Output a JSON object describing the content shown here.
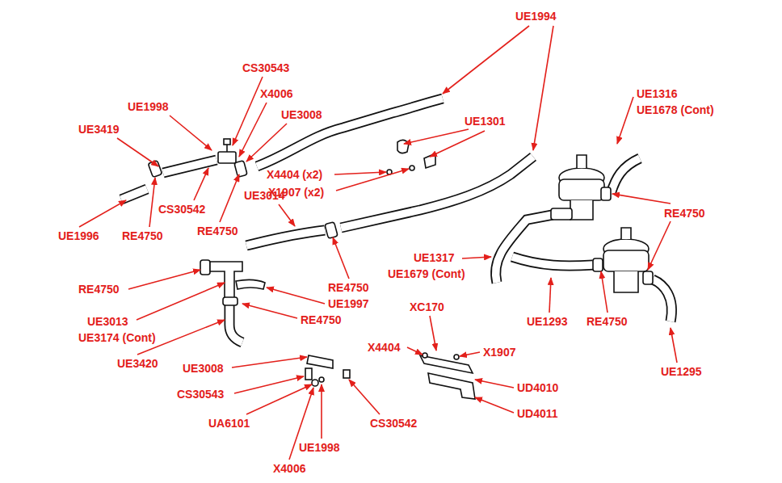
{
  "diagram": {
    "labels": [
      "UE1994",
      "CS30543",
      "X4006",
      "UE1316",
      "UE1998",
      "UE1678 (Cont)",
      "UE3008",
      "UE1301",
      "UE3419",
      "X4404 (x2)",
      "X1907 (x2)",
      "UE3014",
      "CS30542",
      "RE4750",
      "RE4750",
      "UE1996",
      "RE4750",
      "UE1317",
      "UE1679 (Cont)",
      "RE4750",
      "RE4750",
      "UE1997",
      "XC170",
      "RE4750",
      "UE3013",
      "UE1293",
      "RE4750",
      "UE3174 (Cont)",
      "X4404",
      "X1907",
      "UE3420",
      "UE3008",
      "UE1295",
      "UD4010",
      "CS30543",
      "UD4011",
      "UA6101",
      "CS30542",
      "UE1998",
      "X4006"
    ]
  }
}
